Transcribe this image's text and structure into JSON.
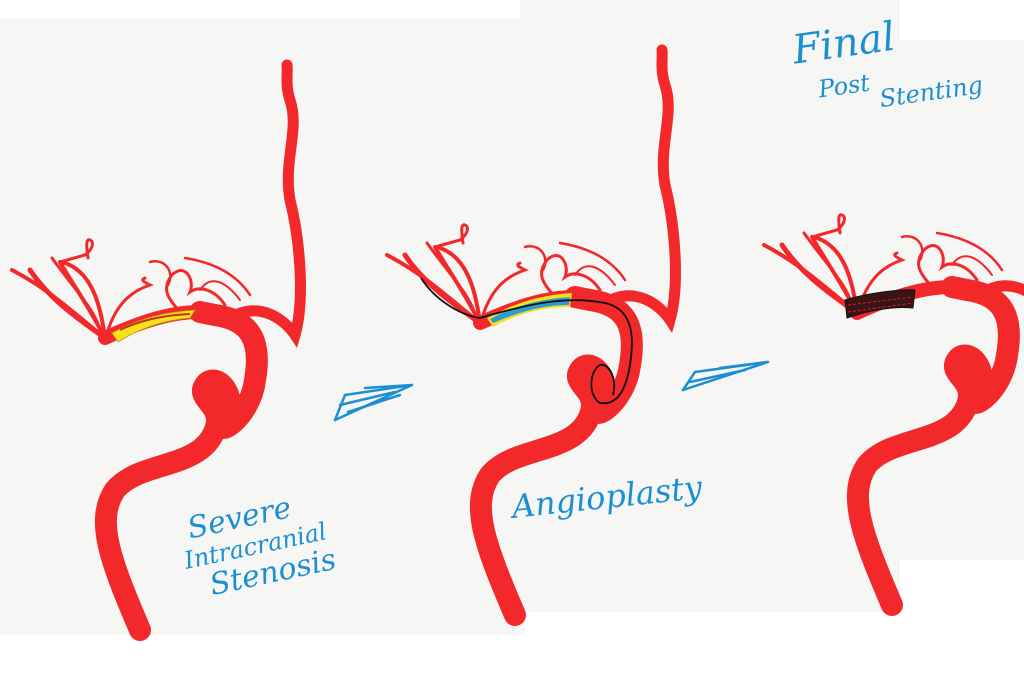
{
  "diagram": {
    "type": "medical-illustration-sequence",
    "subject": "Intracranial artery stenosis treatment",
    "colors": {
      "artery": "#f2282b",
      "plaque": "#f4e21a",
      "balloon": "#2f9ad8",
      "guidewire": "#111111",
      "stent": "#2a1010",
      "annotation_ink": "#1b8fd1",
      "background": "#f6f6f5"
    },
    "panels": [
      {
        "id": "stenosis",
        "label_lines": [
          "Severe",
          "Intracranial",
          "Stenosis"
        ],
        "features": [
          "artery",
          "yellow-plaque-narrowing"
        ]
      },
      {
        "id": "angioplasty",
        "label_lines": [
          "Angioplasty"
        ],
        "features": [
          "artery",
          "blue-balloon",
          "black-guidewire",
          "yellow-plaque"
        ]
      },
      {
        "id": "stenting",
        "label_lines": [
          "Final",
          "Post",
          "Stenting"
        ],
        "features": [
          "artery",
          "mesh-stent"
        ]
      }
    ],
    "arrows": [
      {
        "from": "stenosis",
        "to": "angioplasty"
      },
      {
        "from": "angioplasty",
        "to": "stenting"
      }
    ]
  }
}
